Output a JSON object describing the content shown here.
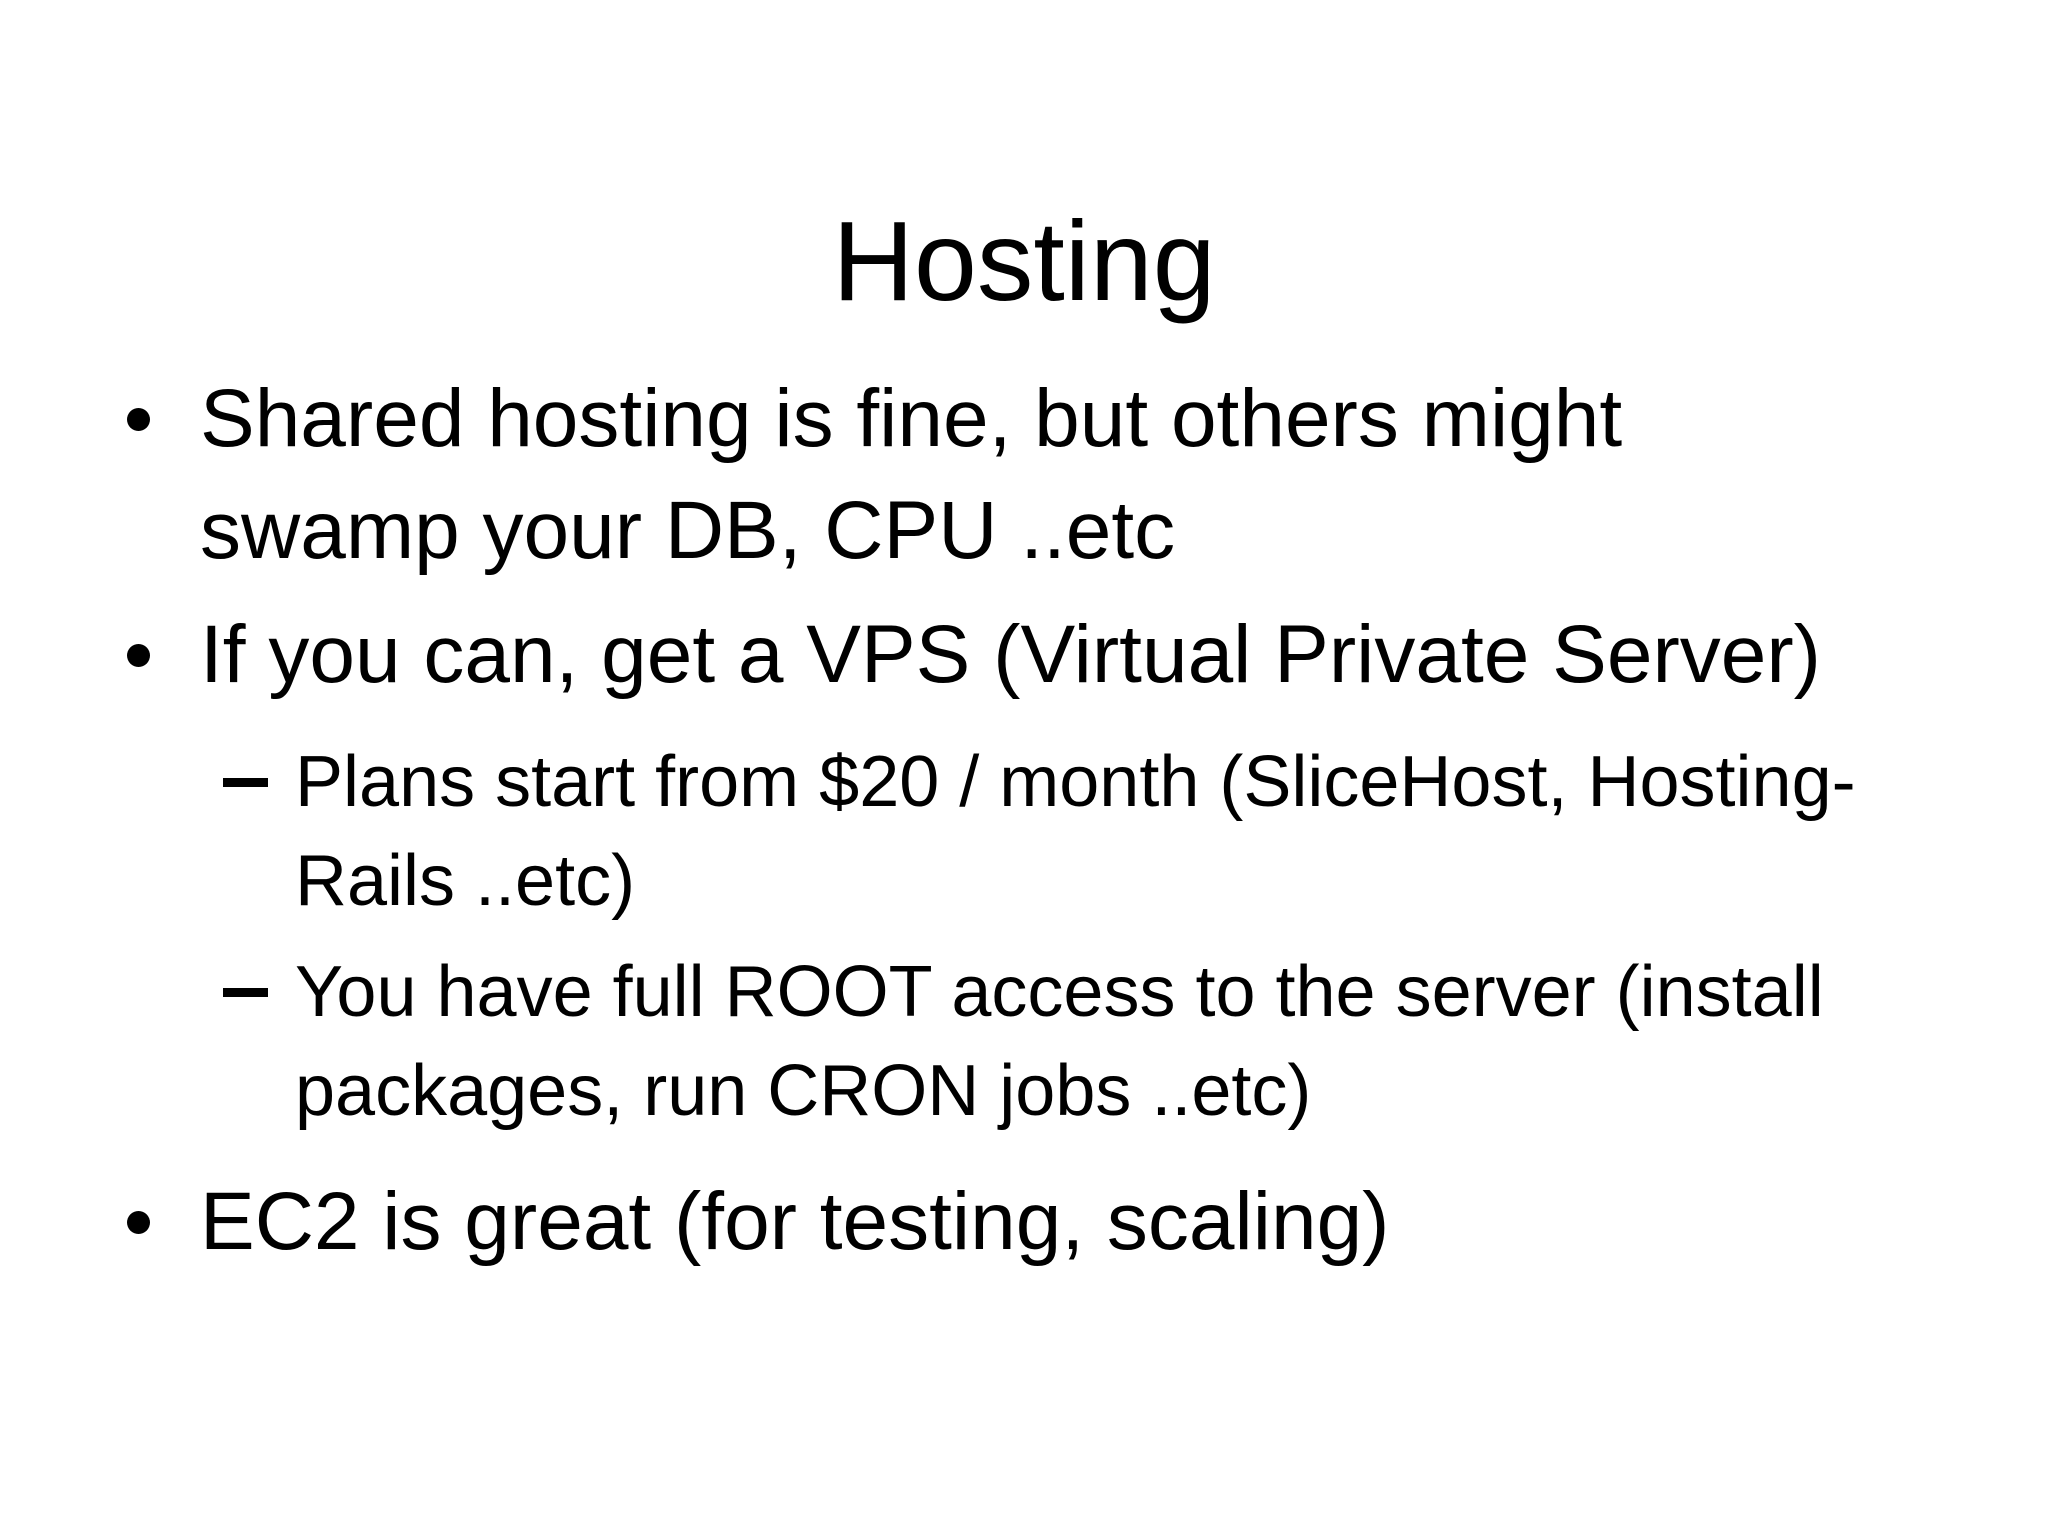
{
  "slide": {
    "background_color": "#ffffff",
    "text_color": "#000000",
    "title": "Hosting",
    "bullets": [
      {
        "level": 1,
        "marker": "disc",
        "text": "Shared hosting is fine, but others might swamp your DB, CPU ..etc"
      },
      {
        "level": 1,
        "marker": "disc",
        "text": "If you can, get a VPS (Virtual Private Server)"
      },
      {
        "level": 2,
        "marker": "dash",
        "text": "Plans start from $20 / month (SliceHost, Hosting-Rails ..etc)"
      },
      {
        "level": 2,
        "marker": "dash",
        "text": "You have full ROOT access to the server (install packages, run CRON jobs ..etc)"
      },
      {
        "level": 1,
        "marker": "disc",
        "text": "EC2 is great (for testing, scaling)"
      }
    ]
  }
}
